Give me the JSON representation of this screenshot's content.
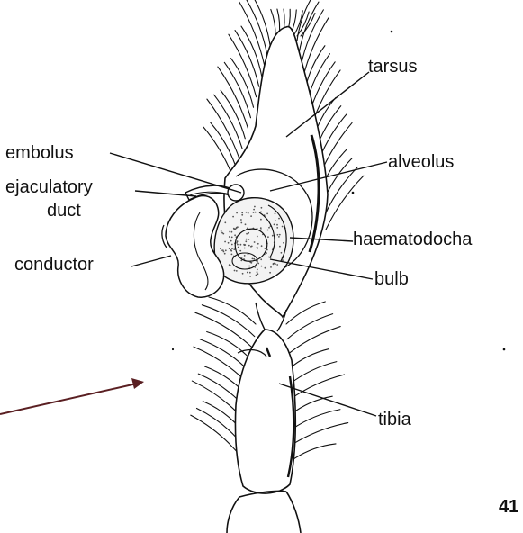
{
  "labels": {
    "tarsus": "tarsus",
    "embolus": "embolus",
    "alveolus": "alveolus",
    "ejaculatory_line1": "ejaculatory",
    "ejaculatory_line2": "duct",
    "haematodocha": "haematodocha",
    "conductor": "conductor",
    "bulb": "bulb",
    "tibia": "tibia"
  },
  "figure_number": "41",
  "colors": {
    "ink": "#111111",
    "arrow": "#5a1f22",
    "stipple": "#555555"
  }
}
